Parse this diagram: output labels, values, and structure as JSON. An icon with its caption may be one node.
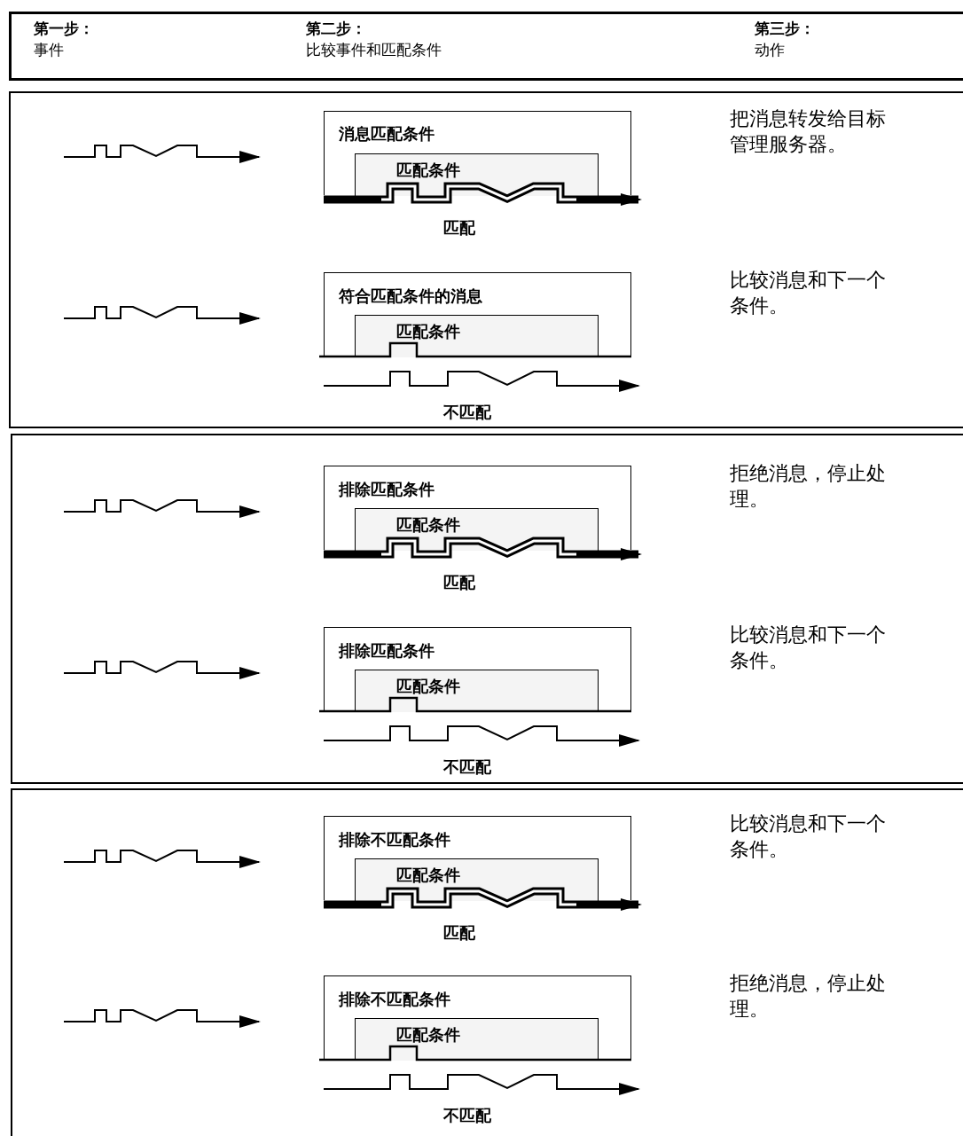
{
  "diagram": {
    "nodes": [
      {
        "text": [
          "第一步：",
          "事件",
          "第二步：",
          "比较事件和匹配条件",
          "第三步：",
          "动作"
        ]
      },
      {
        "text": [],
        "shape": "box"
      },
      {
        "text": [
          "消息匹配条件"
        ],
        "in": 1,
        "beside": [
          "匹配"
        ]
      },
      {
        "text": [
          "匹配条件"
        ],
        "in": 2
      },
      {
        "text": [
          "符合匹配条件的消息"
        ],
        "in": 1,
        "beside": [
          "不匹配"
        ]
      },
      {
        "text": [
          "匹配条件"
        ],
        "in": 4
      },
      {
        "text": [],
        "shape": "box"
      },
      {
        "text": [
          "排除匹配条件"
        ],
        "in": 6,
        "beside": [
          "匹配"
        ]
      },
      {
        "text": [
          "匹配条件"
        ],
        "in": 7
      },
      {
        "text": [
          "排除匹配条件"
        ],
        "in": 6,
        "beside": [
          "不匹配"
        ]
      },
      {
        "text": [
          "匹配条件"
        ],
        "in": 9
      },
      {
        "text": [],
        "shape": "box"
      },
      {
        "text": [
          "排除不匹配条件"
        ],
        "in": 11,
        "beside": [
          "匹配"
        ]
      },
      {
        "text": [
          "匹配条件"
        ],
        "in": 12
      },
      {
        "text": [
          "排除不匹配条件"
        ],
        "in": 11,
        "beside": [
          "不匹配"
        ]
      },
      {
        "text": [
          "匹配条件"
        ],
        "in": 14
      }
    ],
    "labels": [
      "把消息转发给目标管理服务器。",
      "比较消息和下一个条件。",
      "拒绝消息，停止处理。",
      "比较消息和下一个条件。",
      "比较消息和下一个条件。",
      "拒绝消息，停止处理。"
    ]
  }
}
